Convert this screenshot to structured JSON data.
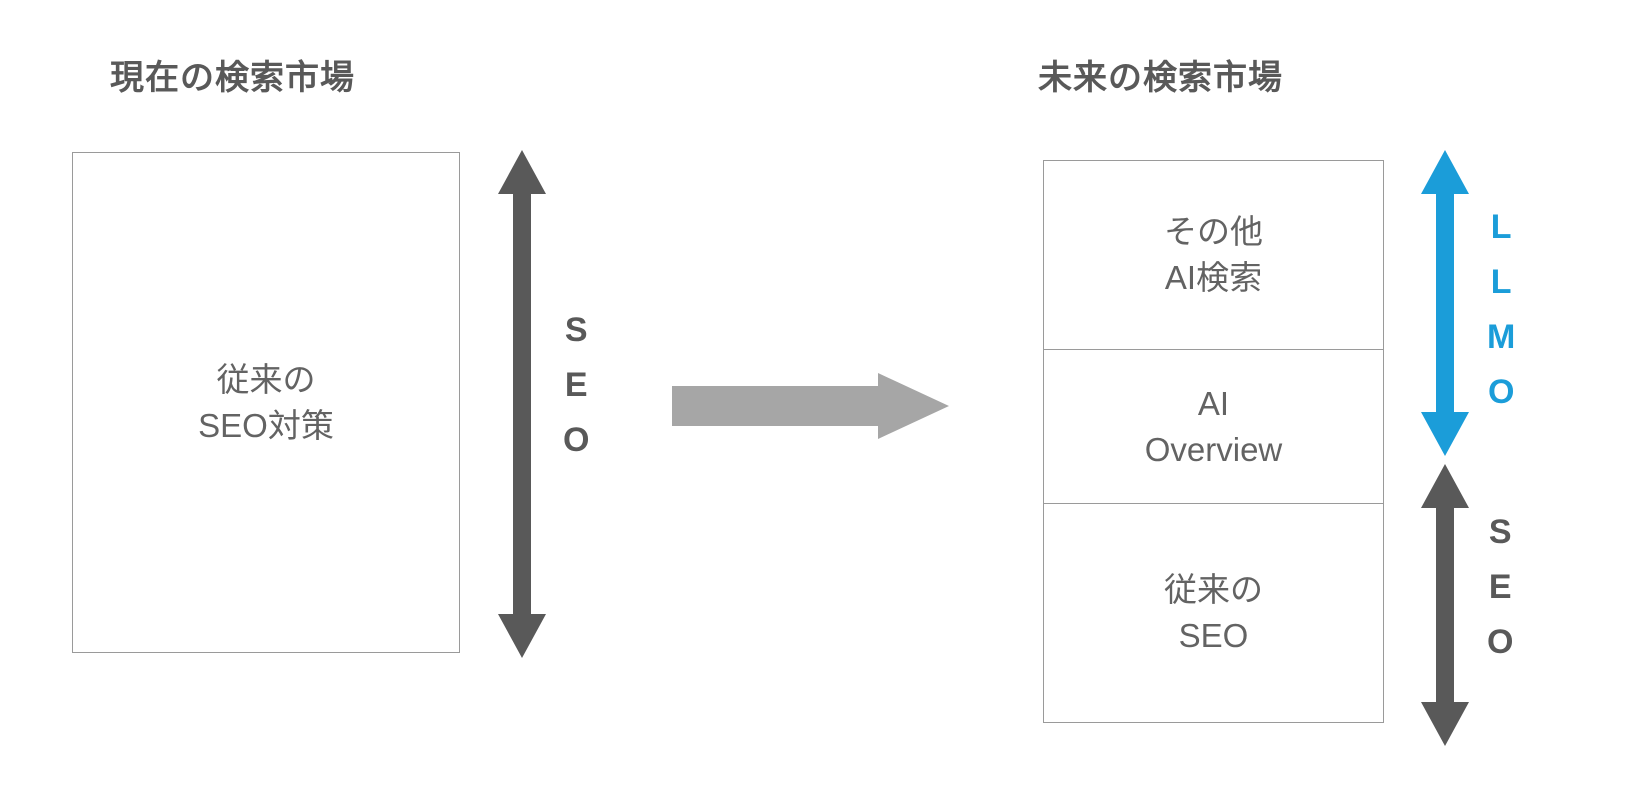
{
  "diagram": {
    "background_color": "#ffffff",
    "panels": [
      {
        "id": "current",
        "title": "現在の検索市場",
        "boxes": [
          {
            "id": "current-seo",
            "lines": [
              "従来の",
              "SEO対策"
            ]
          }
        ],
        "scale_label": {
          "letters": [
            "S",
            "E",
            "O"
          ],
          "color": "#595959"
        }
      },
      {
        "id": "future",
        "title": "未来の検索市場",
        "boxes": [
          {
            "id": "other-ai",
            "lines": [
              "その他",
              "AI検索"
            ]
          },
          {
            "id": "ai-overview",
            "lines": [
              "AI",
              "Overview"
            ]
          },
          {
            "id": "traditional-seo",
            "lines": [
              "従来の",
              "SEO"
            ]
          }
        ],
        "scale_labels": [
          {
            "letters": [
              "L",
              "L",
              "M",
              "O"
            ],
            "color": "#1b9dd9"
          },
          {
            "letters": [
              "S",
              "E",
              "O"
            ],
            "color": "#595959"
          }
        ]
      }
    ],
    "arrows": {
      "seo_left": {
        "name": "seo-scale-arrow",
        "color": "#595959",
        "style": "double-headed-vertical"
      },
      "transition": {
        "name": "transition-arrow",
        "color": "#a6a6a6",
        "style": "block-arrow-right"
      },
      "llmo": {
        "name": "llmo-scale-arrow",
        "color": "#1b9dd9",
        "style": "double-headed-vertical"
      },
      "seo_right": {
        "name": "seo-scale-arrow",
        "color": "#595959",
        "style": "double-headed-vertical"
      }
    },
    "colors": {
      "title_text": "#595959",
      "box_text": "#636363",
      "box_border": "#9a9a9a",
      "accent_blue": "#1b9dd9",
      "gray_dark": "#595959",
      "gray_mid": "#a6a6a6"
    }
  }
}
